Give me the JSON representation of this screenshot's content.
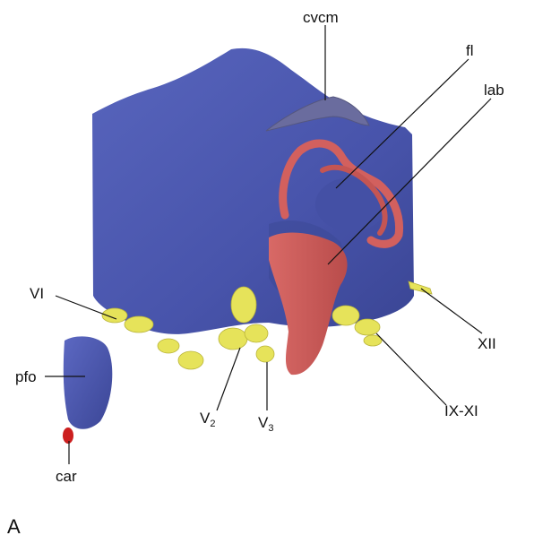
{
  "figure": {
    "panel_label": "A",
    "colors": {
      "endocast": "#4f5bb0",
      "endocast_shade": "#3c4896",
      "sinus": "#6a6c9e",
      "labyrinth": "#d2605e",
      "nerve": "#e6e35a",
      "carotid": "#cc1f1f"
    },
    "labels": {
      "cvcm": "cvcm",
      "fl": "fl",
      "lab": "lab",
      "VI": "VI",
      "pfo": "pfo",
      "car": "car",
      "V2": "V",
      "V2_sub": "2",
      "V3": "V",
      "V3_sub": "3",
      "XII": "XII",
      "IXXI": "IX-XI"
    }
  }
}
